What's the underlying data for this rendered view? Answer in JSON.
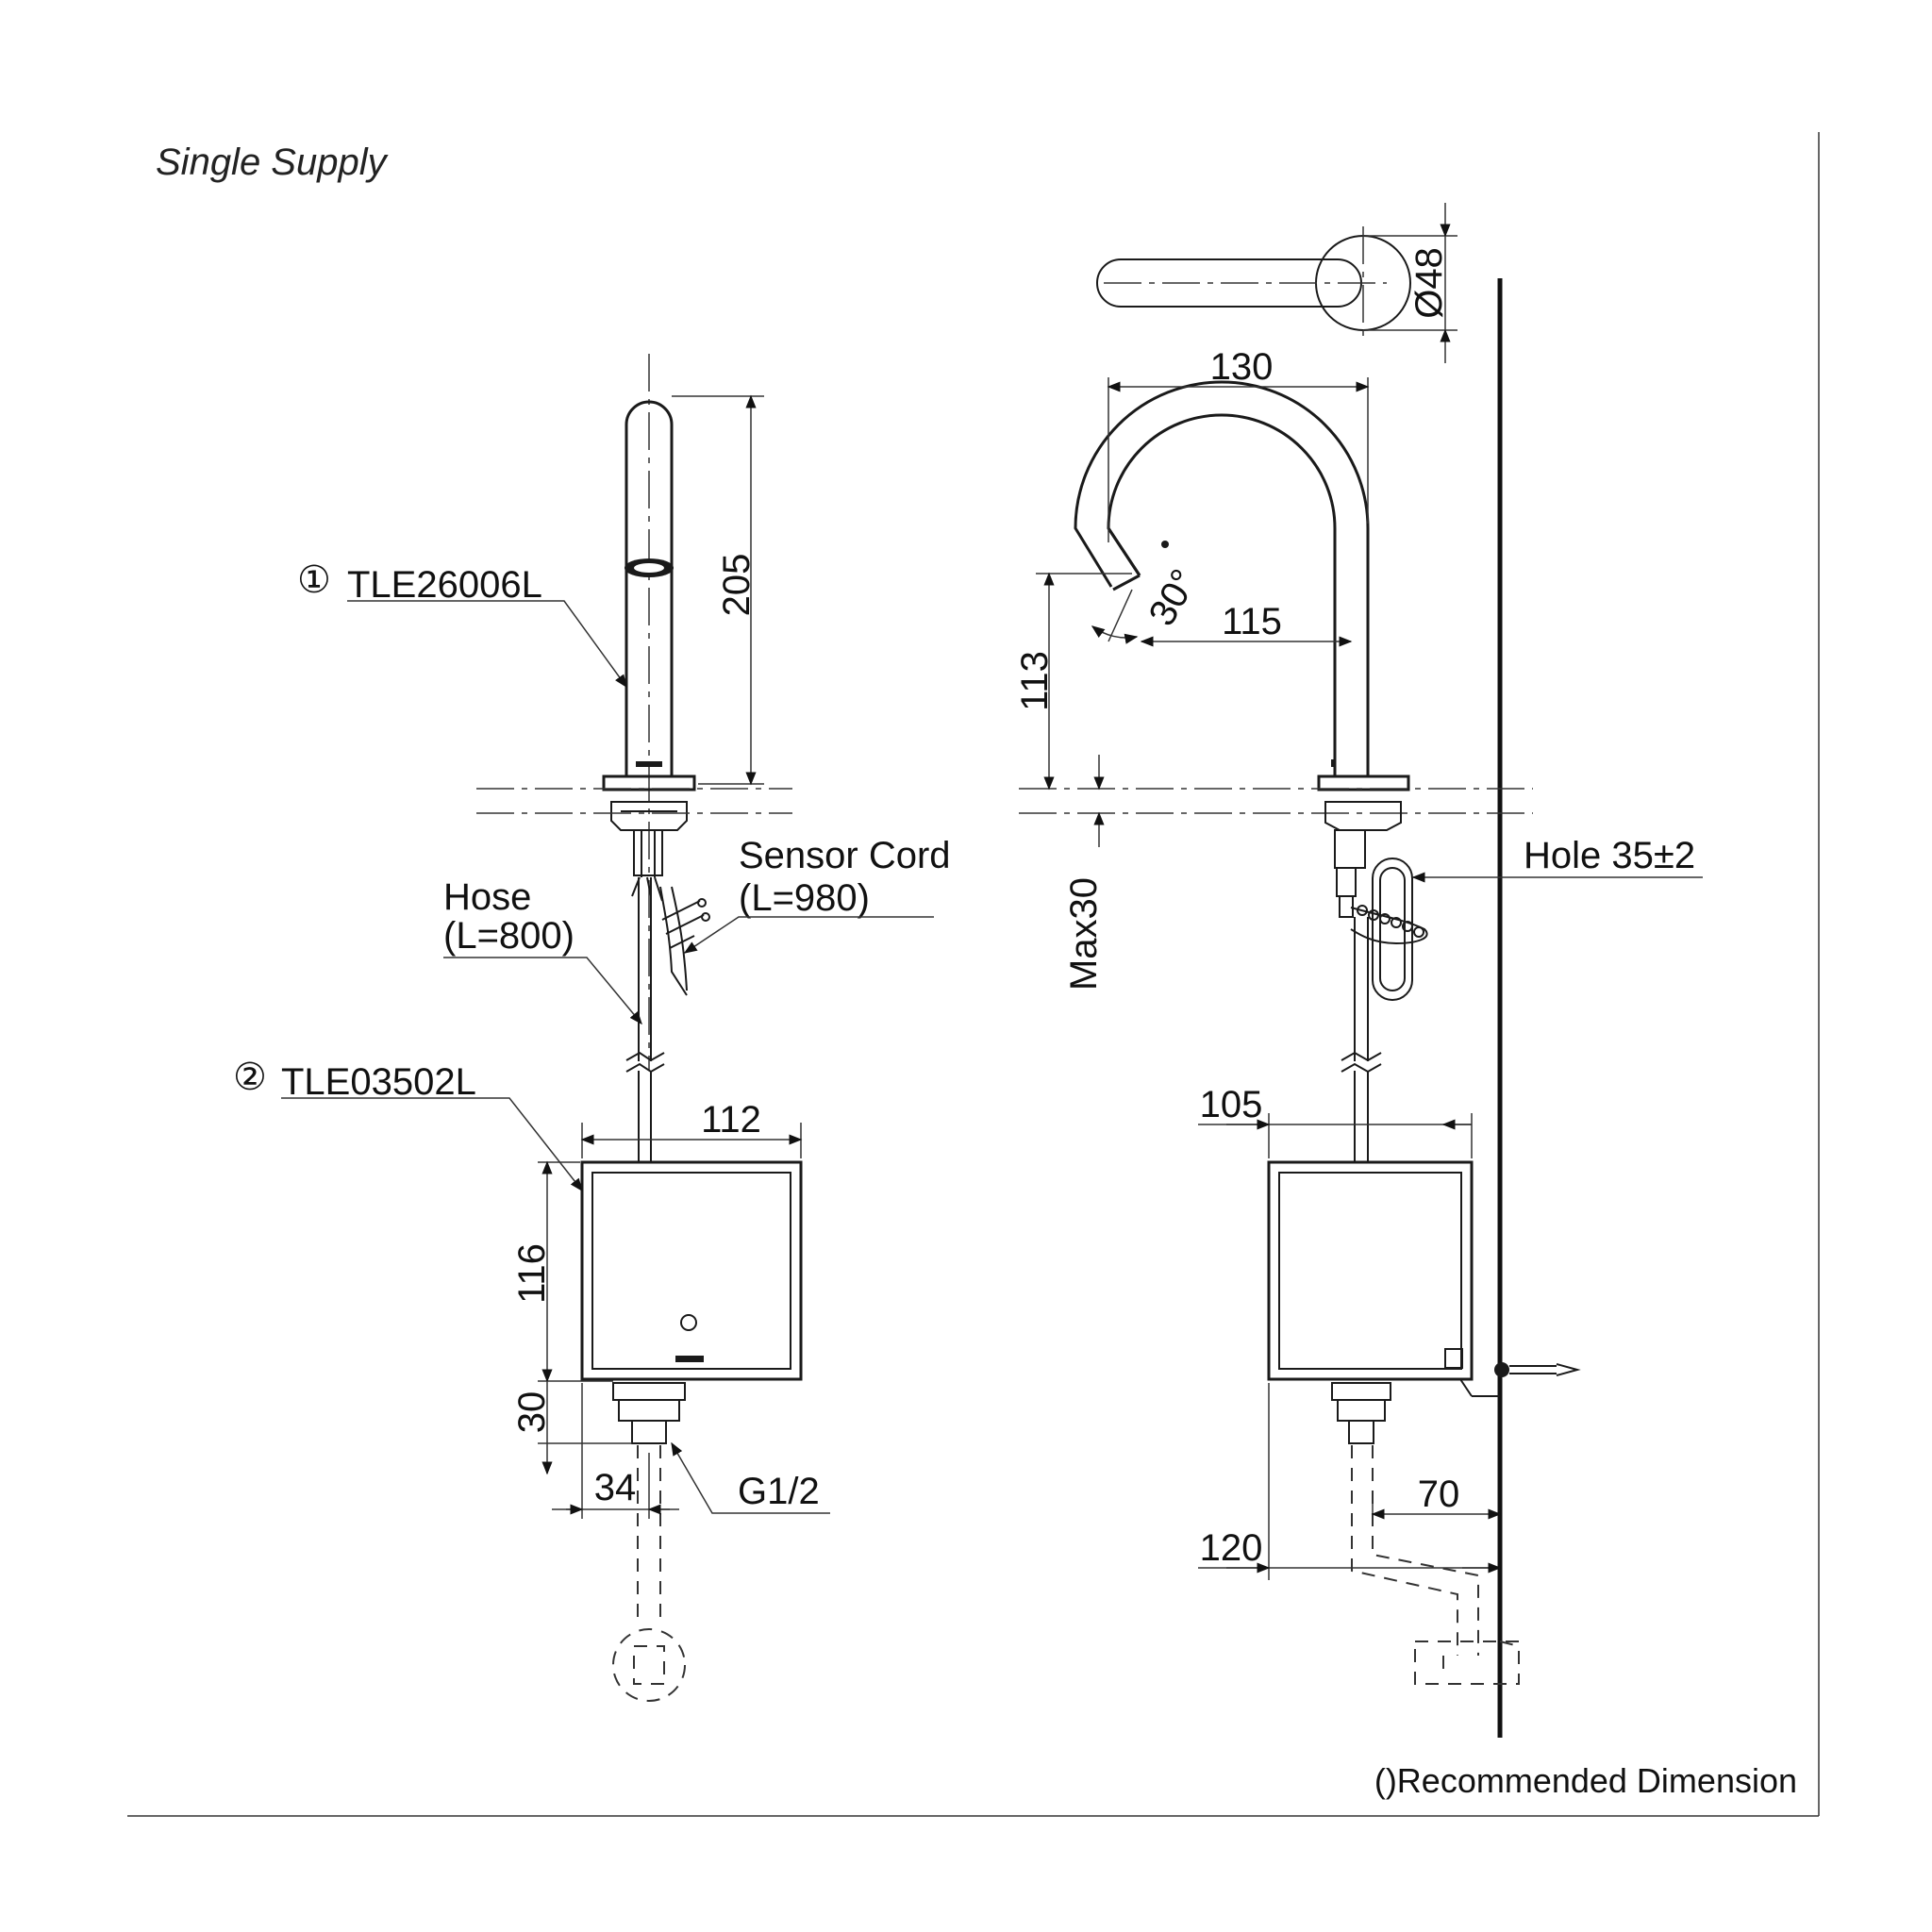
{
  "title": "Single Supply",
  "note": "()Recommended Dimension",
  "parts": {
    "faucet": {
      "number": "①",
      "model": "TLE26006L"
    },
    "control_box": {
      "number": "②",
      "model": "TLE03502L"
    }
  },
  "labels": {
    "sensor_cord": "Sensor Cord",
    "sensor_cord_length": "(L=980)",
    "hose": "Hose",
    "hose_length": "(L=800)",
    "hole": "Hole 35±2",
    "thread": "G1/2"
  },
  "dimensions": {
    "spout_height": "205",
    "box_width_front": "112",
    "box_height": "116",
    "bottom_fitting": "30",
    "fitting_offset": "34",
    "base_diameter": "Ø48",
    "reach_total": "130",
    "reach_outlet": "115",
    "outlet_angle": "30°",
    "outlet_height": "113",
    "deck_thickness": "Max30",
    "box_width_side": "105",
    "wall_to_pipe": "70",
    "wall_to_box": "120"
  }
}
